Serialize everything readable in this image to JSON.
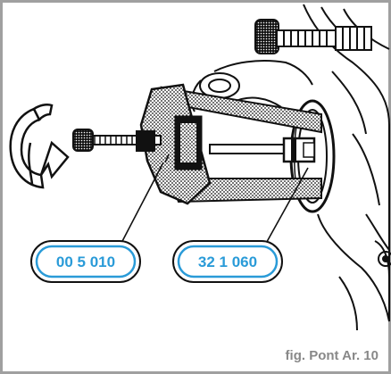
{
  "callouts": {
    "left": {
      "text": "00 5 010"
    },
    "right": {
      "text": "32 1 060"
    }
  },
  "caption": "fig. Pont Ar. 10",
  "colors": {
    "frame": "#a0a0a0",
    "callout": "#2a9bd8",
    "ink": "#111111",
    "caption": "#888888"
  },
  "icons": {
    "rotation_arrow": "circular-arrow-icon"
  }
}
